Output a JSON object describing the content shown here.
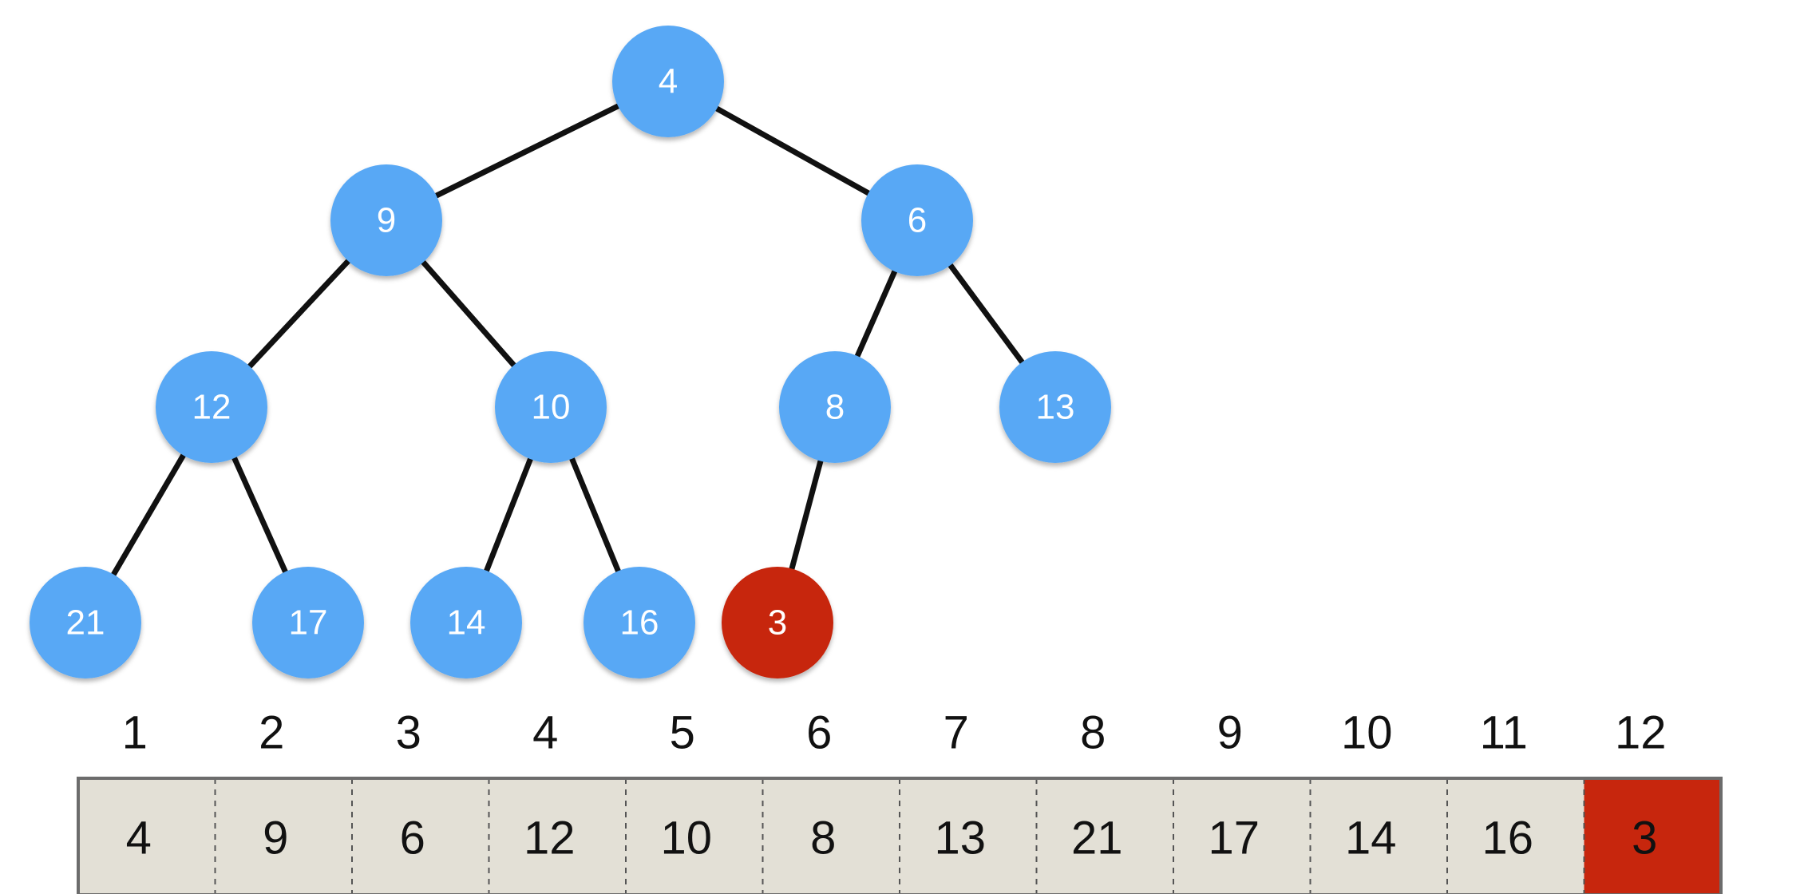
{
  "colors": {
    "node_default": "#58a8f5",
    "node_highlight": "#c7260d",
    "cell_default": "#e3e0d6",
    "cell_highlight": "#c7260d",
    "edge": "#111111",
    "text_dark": "#111111",
    "text_light": "#ffffff"
  },
  "tree": {
    "nodes": [
      {
        "id": "n1",
        "value": "4",
        "highlight": false
      },
      {
        "id": "n2",
        "value": "9",
        "highlight": false
      },
      {
        "id": "n3",
        "value": "6",
        "highlight": false
      },
      {
        "id": "n4",
        "value": "12",
        "highlight": false
      },
      {
        "id": "n5",
        "value": "10",
        "highlight": false
      },
      {
        "id": "n6",
        "value": "8",
        "highlight": false
      },
      {
        "id": "n7",
        "value": "13",
        "highlight": false
      },
      {
        "id": "n8",
        "value": "21",
        "highlight": false
      },
      {
        "id": "n9",
        "value": "17",
        "highlight": false
      },
      {
        "id": "n10",
        "value": "14",
        "highlight": false
      },
      {
        "id": "n11",
        "value": "16",
        "highlight": false
      },
      {
        "id": "n12",
        "value": "3",
        "highlight": true
      }
    ],
    "edges": [
      [
        "n1",
        "n2"
      ],
      [
        "n1",
        "n3"
      ],
      [
        "n2",
        "n4"
      ],
      [
        "n2",
        "n5"
      ],
      [
        "n3",
        "n6"
      ],
      [
        "n3",
        "n7"
      ],
      [
        "n4",
        "n8"
      ],
      [
        "n4",
        "n9"
      ],
      [
        "n5",
        "n10"
      ],
      [
        "n5",
        "n11"
      ],
      [
        "n6",
        "n12"
      ]
    ]
  },
  "array": {
    "indices": [
      "1",
      "2",
      "3",
      "4",
      "5",
      "6",
      "7",
      "8",
      "9",
      "10",
      "11",
      "12"
    ],
    "cells": [
      {
        "value": "4",
        "highlight": false
      },
      {
        "value": "9",
        "highlight": false
      },
      {
        "value": "6",
        "highlight": false
      },
      {
        "value": "12",
        "highlight": false
      },
      {
        "value": "10",
        "highlight": false
      },
      {
        "value": "8",
        "highlight": false
      },
      {
        "value": "13",
        "highlight": false
      },
      {
        "value": "21",
        "highlight": false
      },
      {
        "value": "17",
        "highlight": false
      },
      {
        "value": "14",
        "highlight": false
      },
      {
        "value": "16",
        "highlight": false
      },
      {
        "value": "3",
        "highlight": true
      }
    ]
  }
}
